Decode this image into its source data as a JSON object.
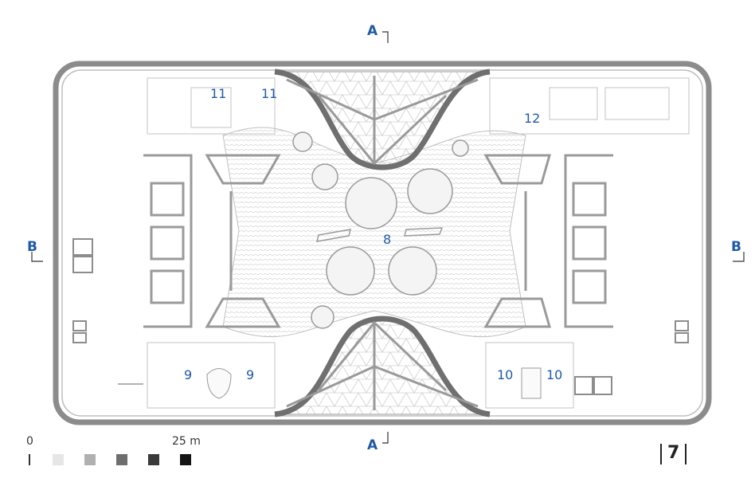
{
  "section_marks": {
    "a_top": "A",
    "a_bottom": "A",
    "b_left": "B",
    "b_right": "B"
  },
  "room_labels": {
    "r11_left": "11",
    "r11_right": "11",
    "r12": "12",
    "r8": "8",
    "r9_left": "9",
    "r9_right": "9",
    "r10_left": "10",
    "r10_right": "10"
  },
  "scale_bar": {
    "start": "0",
    "end": "25 m",
    "swatches": [
      "#e6e6e6",
      "#b0b0b0",
      "#6e6e6e",
      "#3a3a3a",
      "#141414"
    ]
  },
  "sheet_number": "7",
  "colors": {
    "label_blue": "#1f5aa6",
    "line_gray": "#999999"
  }
}
